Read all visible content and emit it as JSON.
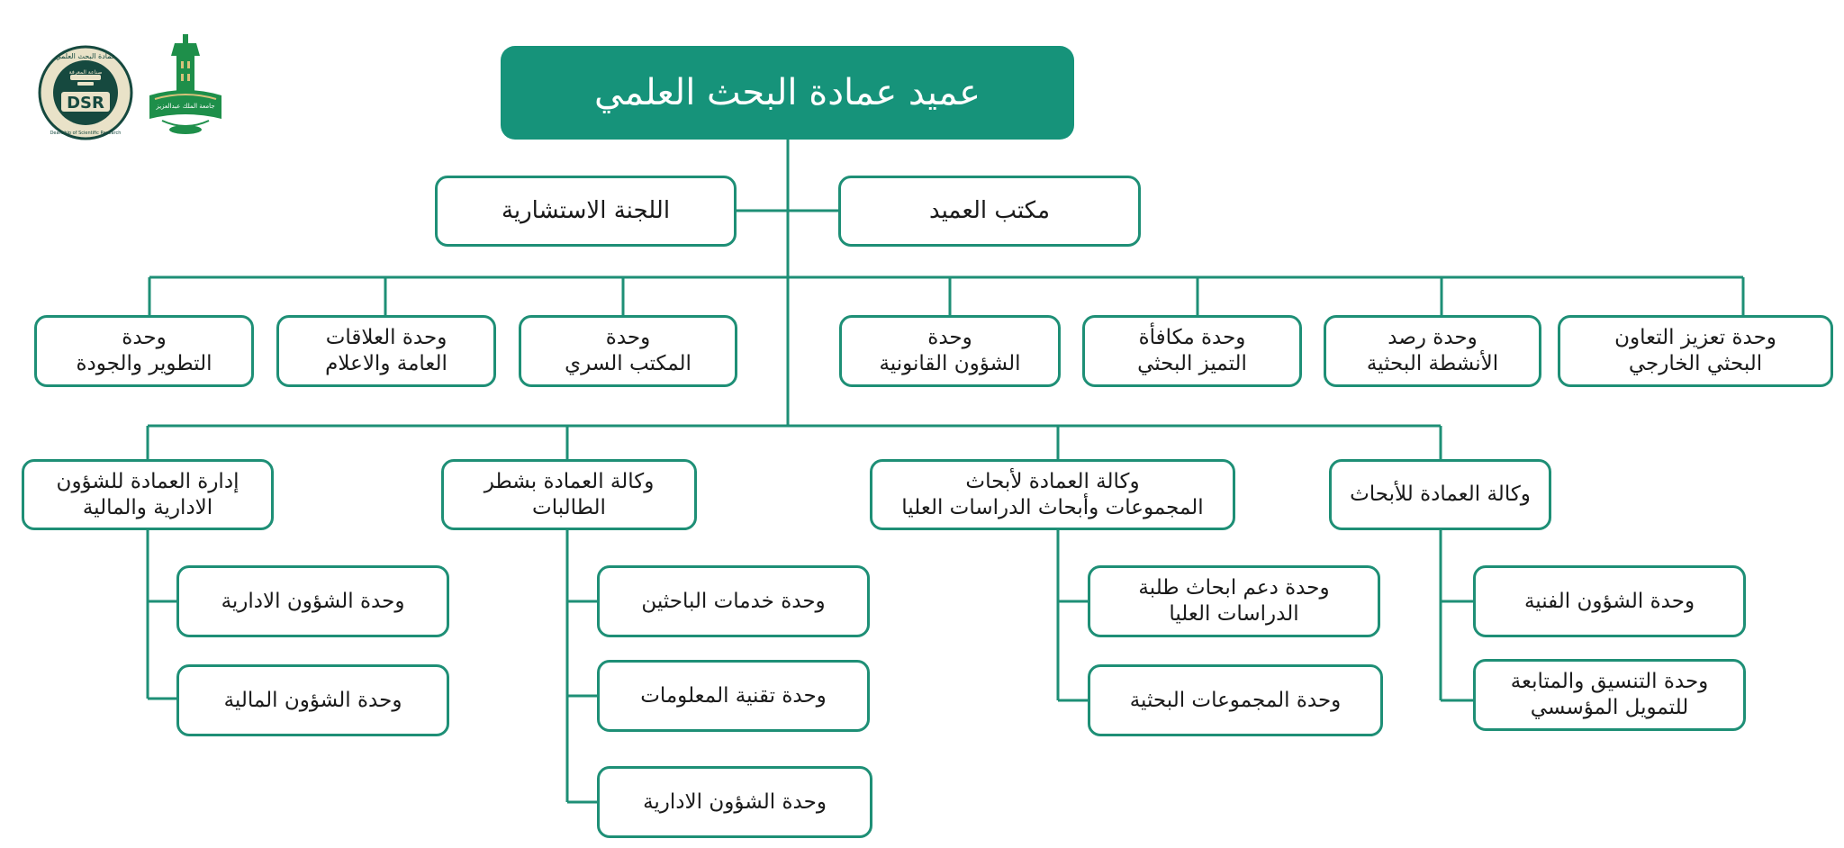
{
  "colors": {
    "accent": "#16937a",
    "line": "#1e8f76",
    "dark": "#16493f"
  },
  "logos": {
    "dsr_text": "DSR",
    "dsr_name": "عمادة البحث العلمي",
    "dsr_name_en": "Deanship of Scientific Research",
    "dsr_tagline": "صناعة المعرفة",
    "university": "جامعة الملك عبدالعزيز"
  },
  "chart": {
    "head": "عميد عمادة البحث العلمي",
    "dean_office": "مكتب العميد",
    "advisory": "اللجنة الاستشارية",
    "units": [
      "وحدة تعزيز التعاون\nالبحثي الخارجي",
      "وحدة رصد\nالأنشطة البحثية",
      "وحدة مكافأة\nالتميز البحثي",
      "وحدة\nالشؤون القانونية",
      "وحدة\nالمكتب السري",
      "وحدة العلاقات\nالعامة والاعلام",
      "وحدة\nالتطوير والجودة"
    ],
    "branches": [
      {
        "title": "وكالة العمادة للأبحاث",
        "children": [
          "وحدة الشؤون الفنية",
          "وحدة التنسيق والمتابعة\nللتمويل المؤسسي"
        ]
      },
      {
        "title": "وكالة العمادة لأبحاث\nالمجموعات وأبحاث  الدراسات العليا",
        "children": [
          "وحدة دعم ابحاث طلبة\nالدراسات العليا",
          "وحدة المجموعات البحثية"
        ]
      },
      {
        "title": "وكالة العمادة بشطر\nالطالبات",
        "children": [
          "وحدة خدمات الباحثين",
          "وحدة تقنية المعلومات",
          "وحدة الشؤون الادارية"
        ]
      },
      {
        "title": "إدارة العمادة للشؤون\nالادارية والمالية",
        "children": [
          "وحدة الشؤون الادارية",
          "وحدة الشؤون المالية"
        ]
      }
    ]
  }
}
